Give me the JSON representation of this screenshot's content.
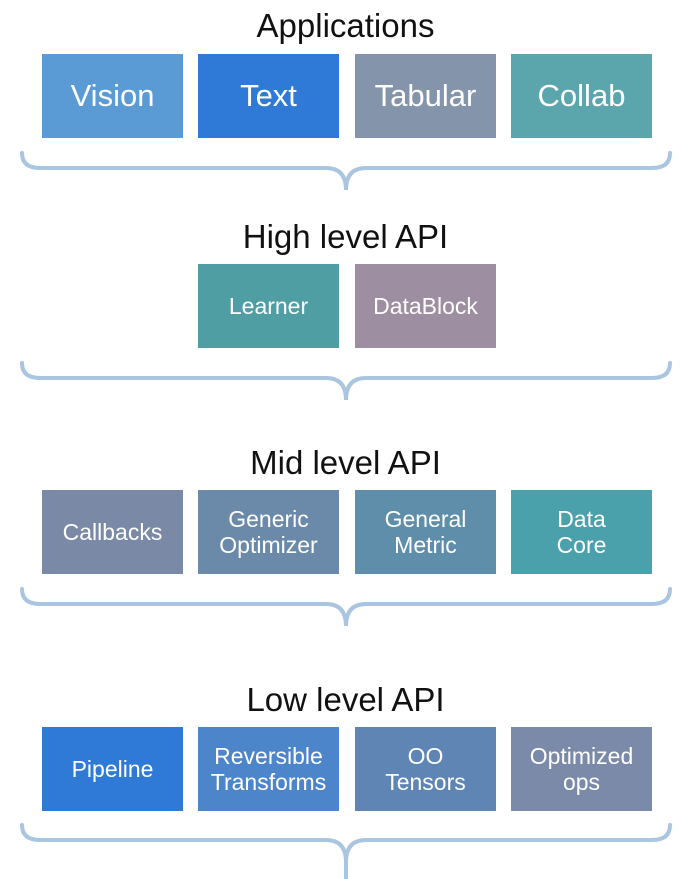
{
  "layers": [
    {
      "title": "Applications",
      "boxes": [
        {
          "label": "Vision",
          "color": "#5b9bd5"
        },
        {
          "label": "Text",
          "color": "#2e7ad6"
        },
        {
          "label": "Tabular",
          "color": "#8494aa"
        },
        {
          "label": "Collab",
          "color": "#5ba5ad"
        }
      ]
    },
    {
      "title": "High level API",
      "boxes": [
        {
          "label": "Learner",
          "color": "#4f9ea4"
        },
        {
          "label": "DataBlock",
          "color": "#9e8ea2"
        }
      ]
    },
    {
      "title": "Mid level API",
      "boxes": [
        {
          "label": "Callbacks",
          "color": "#7a8aa6"
        },
        {
          "label": "Generic\nOptimizer",
          "color": "#6b8aaa"
        },
        {
          "label": "General\nMetric",
          "color": "#5f8eaa"
        },
        {
          "label": "Data\nCore",
          "color": "#4aa0ab"
        }
      ]
    },
    {
      "title": "Low level API",
      "boxes": [
        {
          "label": "Pipeline",
          "color": "#2e7ad6"
        },
        {
          "label": "Reversible\nTransforms",
          "color": "#4c85c9"
        },
        {
          "label": "OO\nTensors",
          "color": "#5f85b5"
        },
        {
          "label": "Optimized\nops",
          "color": "#7b8aa8"
        }
      ]
    }
  ],
  "brace_color": "#a9c5e0"
}
